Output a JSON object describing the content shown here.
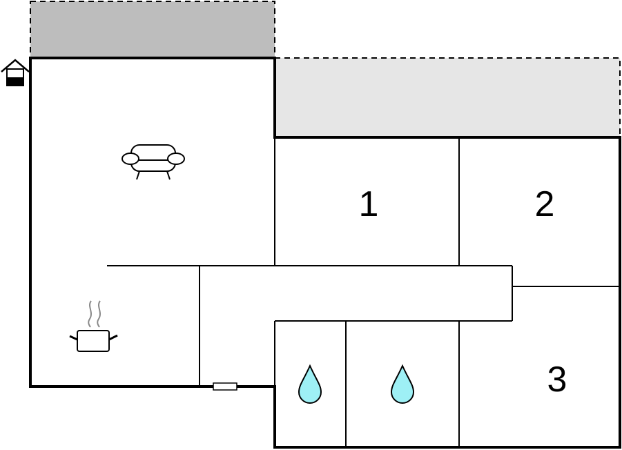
{
  "floorplan": {
    "rooms": [
      {
        "id": "bedroom-1",
        "label": "1"
      },
      {
        "id": "bedroom-2",
        "label": "2"
      },
      {
        "id": "bedroom-3",
        "label": "3"
      }
    ],
    "icons": {
      "entrance": "house-entrance-icon",
      "living": "armchair-icon",
      "kitchen": "cooking-pot-icon",
      "bathroom": "water-drop-icon"
    },
    "colors": {
      "wall": "#000000",
      "terrace_dark": "#bdbdbd",
      "terrace_light": "#e6e6e6",
      "water": "#9ef0f5"
    }
  }
}
